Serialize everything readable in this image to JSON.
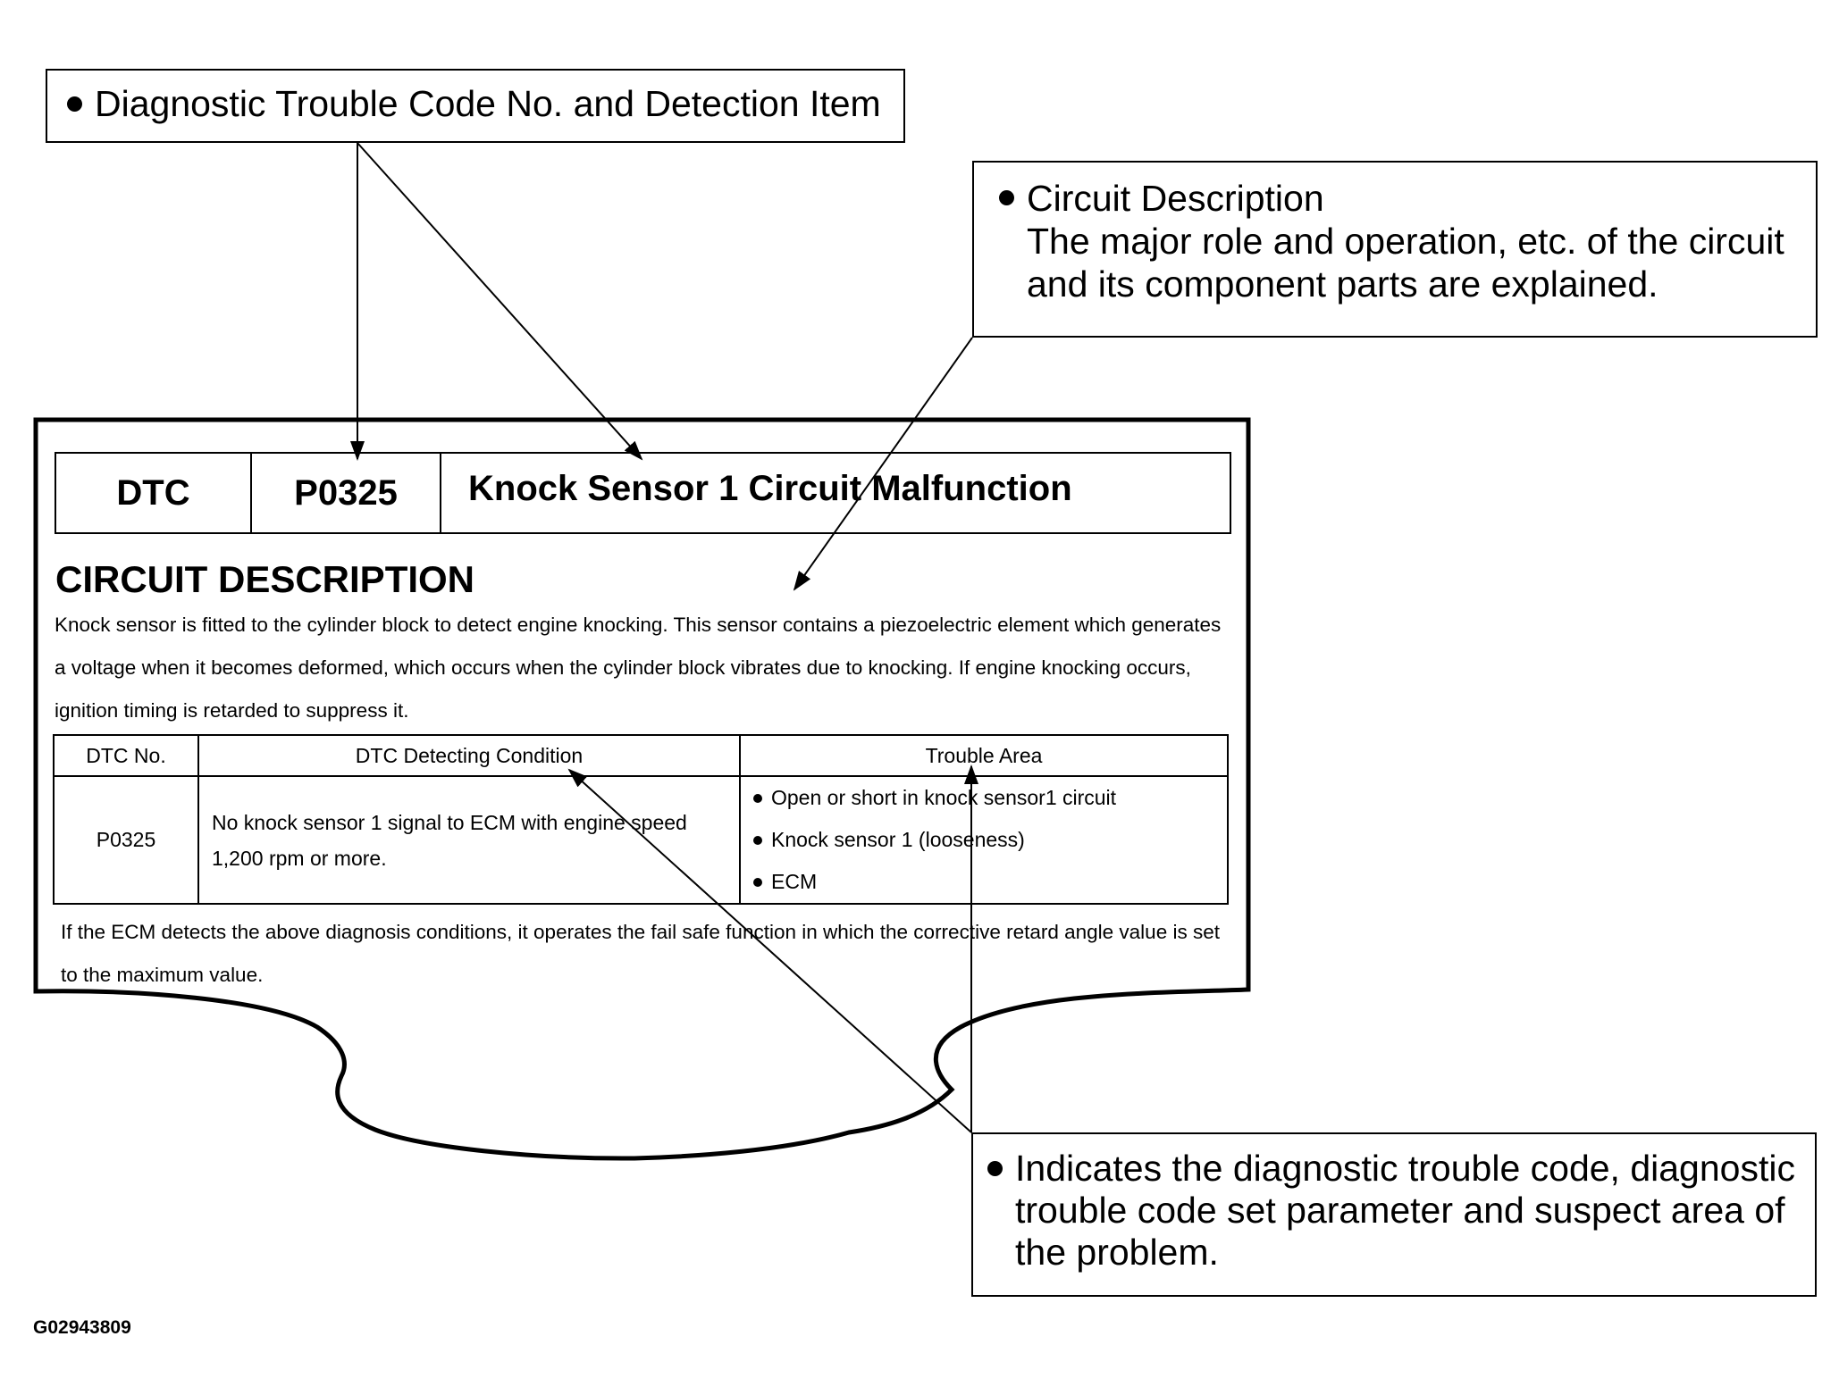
{
  "callouts": {
    "dtc_number": {
      "text": "Diagnostic Trouble Code No. and Detection Item"
    },
    "circuit_description": {
      "line1": "Circuit Description",
      "line2": "The major role and operation, etc. of the circuit",
      "line3": "and its component parts are explained."
    },
    "trouble_code_info": {
      "line1": "Indicates the diagnostic trouble code, diagnostic",
      "line2": "trouble code set parameter and suspect area of",
      "line3": "the problem."
    }
  },
  "page": {
    "dtc_label": "DTC",
    "dtc_code": "P0325",
    "dtc_title": "Knock Sensor 1 Circuit Malfunction",
    "section_heading": "CIRCUIT DESCRIPTION",
    "description": "Knock sensor is fitted to the cylinder block to detect engine knocking. This sensor contains a piezoelectric element which generates a voltage when it becomes deformed, which occurs when the cylinder block vibrates due to knocking. If engine knocking occurs, ignition timing is retarded to suppress it.",
    "table": {
      "headers": [
        "DTC No.",
        "DTC Detecting Condition",
        "Trouble Area"
      ],
      "row": {
        "dtc_no": "P0325",
        "condition_line1": "No knock sensor 1 signal to ECM with engine speed",
        "condition_line2": "1,200 rpm or more.",
        "areas": [
          "Open or short in knock sensor1 circuit",
          "Knock sensor 1 (looseness)",
          "ECM"
        ]
      }
    },
    "failsafe_note": "If the ECM detects the above diagnosis conditions, it operates the fail safe function in which the corrective retard angle value is set to the maximum value."
  },
  "figure_id": "G02943809"
}
